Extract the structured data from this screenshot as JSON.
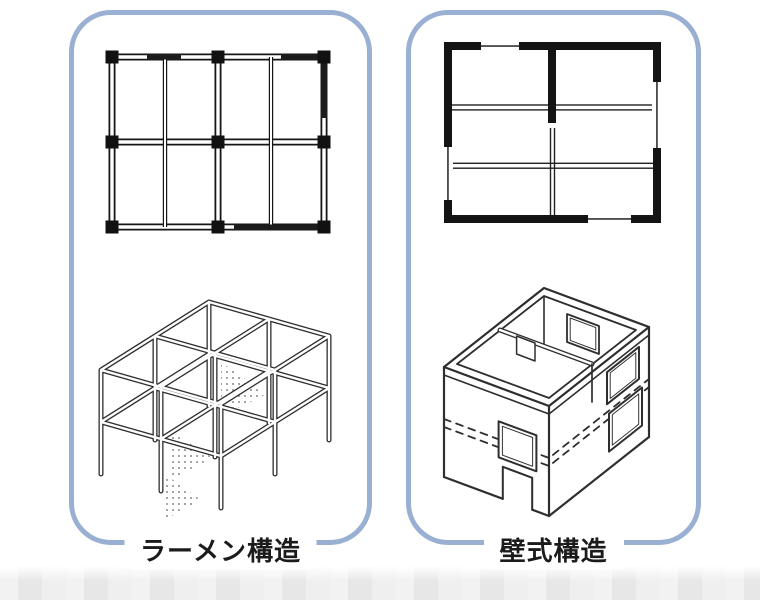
{
  "page": {
    "background_color": "#ffffff"
  },
  "colors": {
    "panel_border": "#9ab0d3",
    "drawing_line": "#2e2e2e",
    "plan_ink": "#161616",
    "label_color": "#1b1b1b"
  },
  "panels": [
    {
      "id": "rahmen",
      "label": "ラーメン構造"
    },
    {
      "id": "wall",
      "label": "壁式構造"
    }
  ]
}
